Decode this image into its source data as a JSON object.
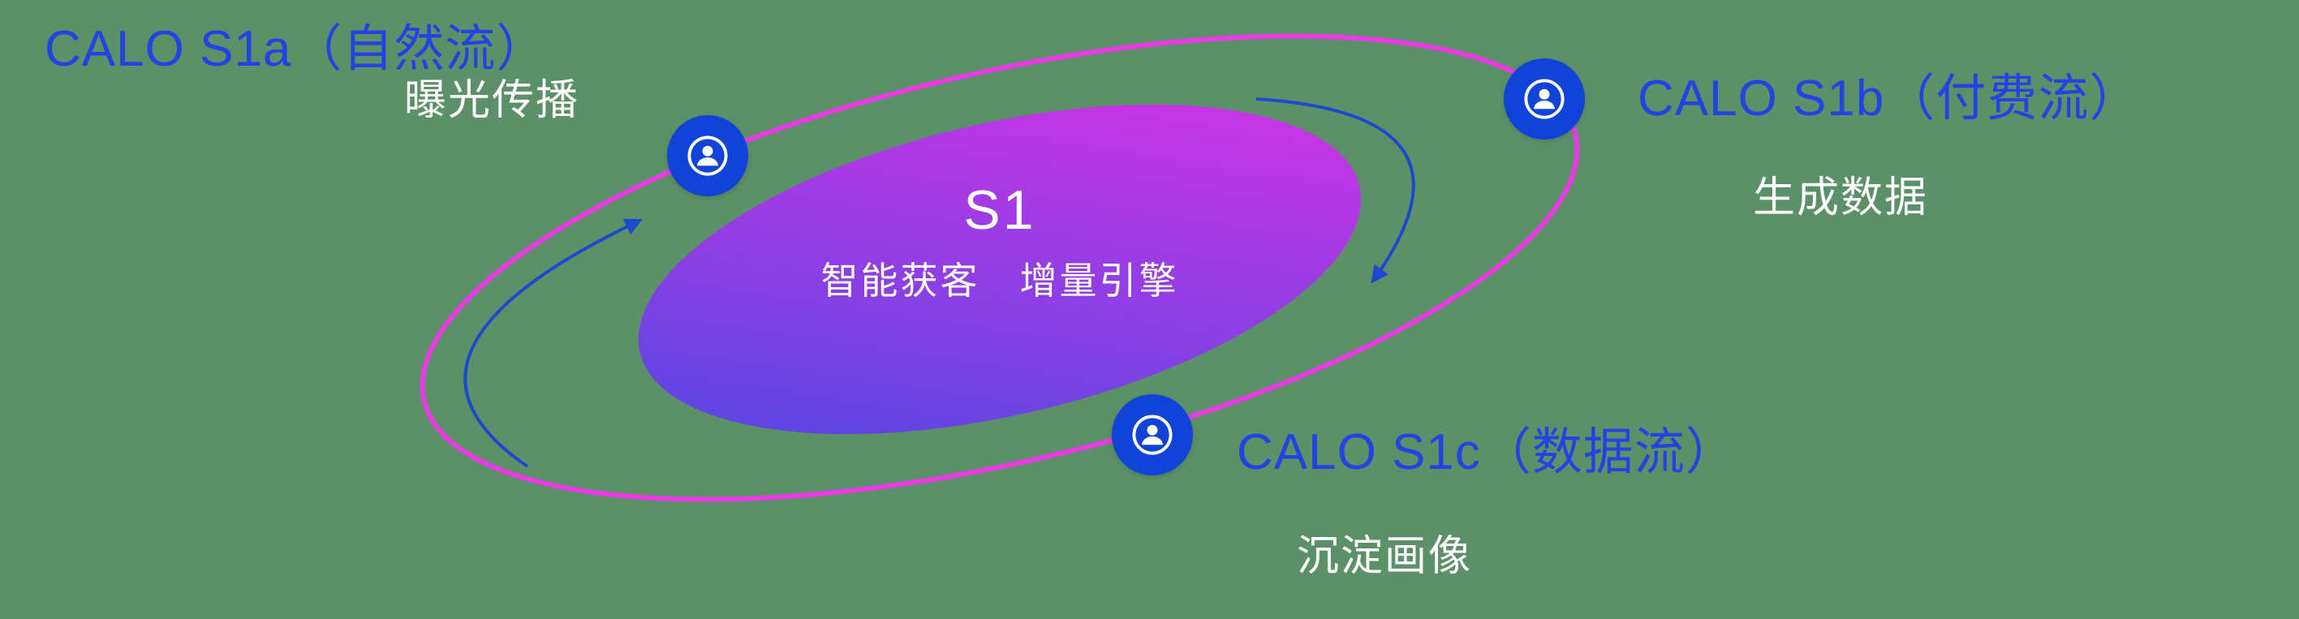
{
  "colors": {
    "background": "#5b9068",
    "label_blue": "#2244e4",
    "sub_white": "#ffffff",
    "orbit_stroke": "#ea3ae3",
    "core_gradient_start": "#4a49e2",
    "core_gradient_end": "#dc32e6",
    "node_fill": "#1243d9",
    "arrow": "#1d49cf"
  },
  "center": {
    "title": "S1",
    "subtitle": "智能获客　增量引擎"
  },
  "nodes": [
    {
      "id": "s1a",
      "icon": "user-icon",
      "label": "CALO S1a（自然流）",
      "sublabel": "曝光传播"
    },
    {
      "id": "s1b",
      "icon": "user-icon",
      "label": "CALO S1b（付费流）",
      "sublabel": "生成数据"
    },
    {
      "id": "s1c",
      "icon": "user-icon",
      "label": "CALO S1c（数据流）",
      "sublabel": "沉淀画像"
    }
  ]
}
